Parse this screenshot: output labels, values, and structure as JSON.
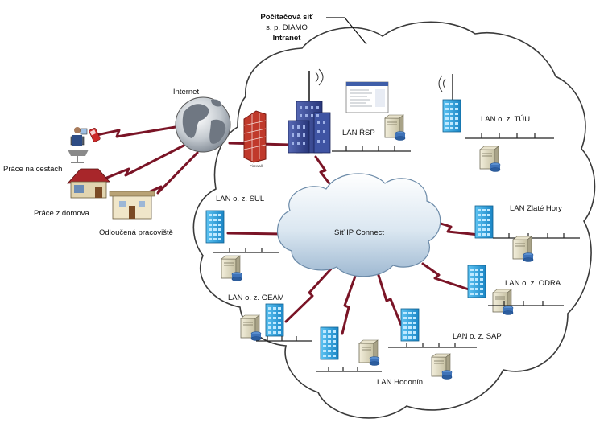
{
  "diagram": {
    "title": {
      "line1": "Počítačová síť",
      "line2": "s. p. DIAMO",
      "line3": "Intranet"
    },
    "central_cloud": {
      "label": "Síť IP Connect"
    },
    "internet": {
      "label": "Internet"
    },
    "firewall": {
      "label": "Firewall"
    },
    "remote": {
      "travel": "Práce na cestách",
      "home": "Práce z domova",
      "branch": "Odloučená pracoviště"
    },
    "lans": {
      "rsp": "LAN ŘSP",
      "tuu": "LAN o. z. TÚU",
      "sul": "LAN o. z. SUL",
      "zlate_hory": "LAN Zlaté Hory",
      "odra": "LAN o. z. ODRA",
      "geam": "LAN o. z. GEAM",
      "sap": "LAN o. z. SAP",
      "hodonin": "LAN Hodonín"
    },
    "colors": {
      "link": "#7a1426",
      "server_tower": "#2aa3e0",
      "hq_building": "#3a4f9e",
      "outer_cloud_fill": "#ffffff",
      "inner_cloud_fill": "#d3e3f0"
    }
  }
}
